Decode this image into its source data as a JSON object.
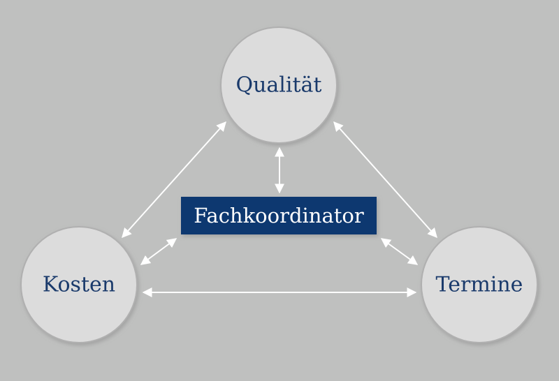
{
  "diagram": {
    "nodes": {
      "top": "Qualität",
      "left": "Kosten",
      "right": "Termine"
    },
    "center": "Fachkoordinator",
    "colors": {
      "background": "#bfc0bf",
      "circle_fill": "#dcdcdc",
      "label_text": "#1a3a6b",
      "center_box": "#0e3870",
      "center_text": "#ffffff",
      "arrows": "#ffffff"
    }
  }
}
